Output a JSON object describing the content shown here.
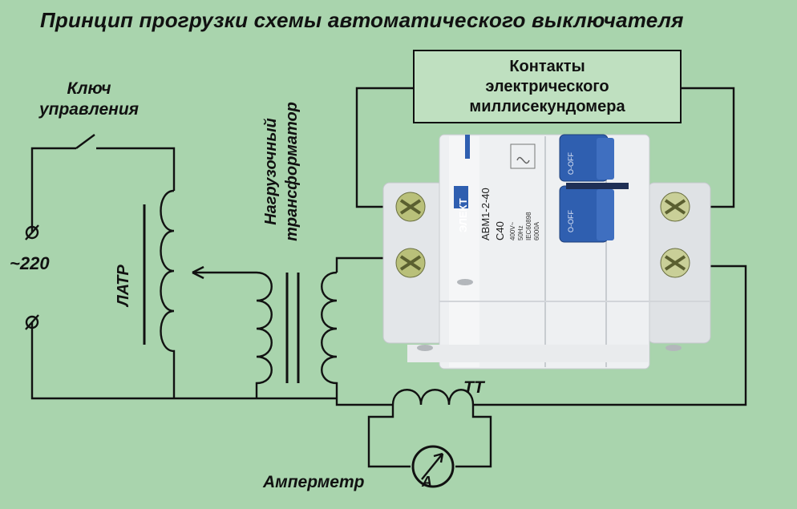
{
  "title": "Принцип прогрузки схемы автоматического выключателя",
  "labels": {
    "key_line1": "Ключ",
    "key_line2": "управления",
    "voltage": "~220",
    "latr": "ЛАТР",
    "transformer_line1": "Нагрузочный",
    "transformer_line2": "трансформатор",
    "ct": "ТТ",
    "ammeter": "Амперметр",
    "ammeter_symbol": "A"
  },
  "millisecond_box": {
    "line1": "Контакты",
    "line2": "электрического",
    "line3": "миллисекундомера"
  },
  "breaker": {
    "brand": "ЭЛЕКТ",
    "model": "АВМ1-2-40",
    "rating": "C40",
    "switch_text": "O-OFF",
    "specs": [
      "400V~",
      "50Hz",
      "IEC60898",
      "6000A"
    ]
  },
  "colors": {
    "background": "#a9d4ad",
    "wire": "#111111",
    "breaker_body": "#eceef0",
    "breaker_handle": "#2f5fb0",
    "terminal": "#b9c07a"
  }
}
